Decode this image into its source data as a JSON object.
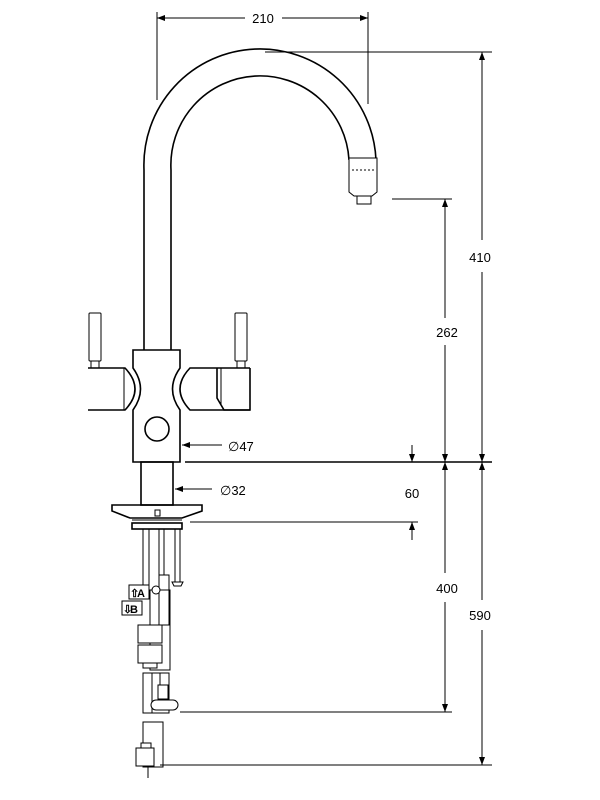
{
  "drawing": {
    "dimensions": {
      "spout_reach": "210",
      "total_height_above": "410",
      "spout_outlet_height": "262",
      "base_height": "60",
      "below_worktop_hose": "400",
      "below_worktop_total": "590"
    },
    "diameters": {
      "body": "47",
      "neck": "32",
      "symbol": "∅"
    },
    "connections": {
      "a": "A",
      "b": "B"
    },
    "colors": {
      "line": "#000000",
      "background": "#ffffff"
    }
  }
}
